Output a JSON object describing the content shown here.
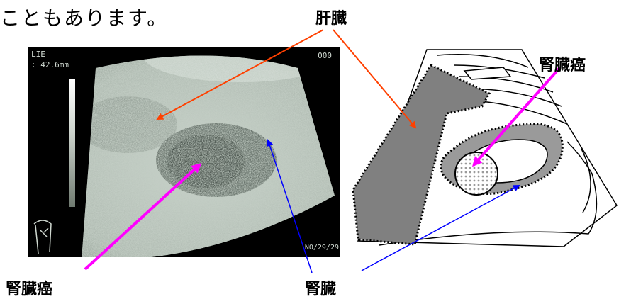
{
  "lead_text": "こともあります。",
  "labels": {
    "liver": "肝臓",
    "kidney_cancer_right": "腎臓癌",
    "kidney_cancer_bottom": "腎臓癌",
    "kidney": "腎臓"
  },
  "ultrasound": {
    "top_left_line1": "LIE",
    "top_left_line2": ": 42.6mm",
    "top_right": "000",
    "bottom_right": "NO/29/29",
    "body_marker_icon": "body-marker-icon"
  },
  "colors": {
    "liver_arrow": "#ff4000",
    "cancer_arrow": "#ff00ff",
    "kidney_arrow": "#0000ff",
    "diagram_organ_fill": "#808080",
    "ultrasound_bg": "#000000"
  }
}
